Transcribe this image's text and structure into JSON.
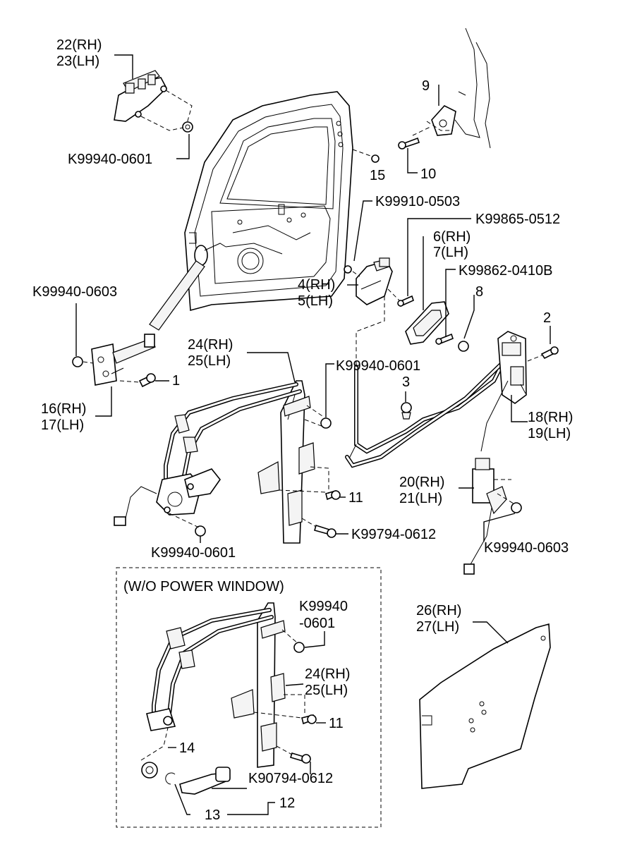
{
  "labels": {
    "p22": "22(RH)",
    "p23": "23(LH)",
    "k_0601_top": "K99940-0601",
    "p9": "9",
    "p10": "10",
    "p15": "15",
    "k_0503": "K99910-0503",
    "k_0512": "K99865-0512",
    "p6": "6(RH)",
    "p7": "7(LH)",
    "k_0410b": "K99862-0410B",
    "p8": "8",
    "p4": "4(RH)",
    "p5": "5(LH)",
    "k_0603_left": "K99940-0603",
    "p2": "2",
    "p24a": "24(RH)",
    "p25a": "25(LH)",
    "k_0601_mid": "K99940-0601",
    "p3": "3",
    "p1": "1",
    "p16": "16(RH)",
    "p17": "17(LH)",
    "p18": "18(RH)",
    "p19": "19(LH)",
    "p20": "20(RH)",
    "p21": "21(LH)",
    "p11a": "11",
    "k_0612": "K99794-0612",
    "k_0601_bottom": "K99940-0601",
    "k_0603_right": "K99940-0603",
    "wo_power": "(W/O POWER WINDOW)",
    "k_99940": "K99940",
    "k_0601_suffix": "-0601",
    "p24b": "24(RH)",
    "p25b": "25(LH)",
    "p11b": "11",
    "p14": "14",
    "k_90794": "K90794-0612",
    "p12": "12",
    "p13": "13",
    "p26": "26(RH)",
    "p27": "27(LH)"
  }
}
